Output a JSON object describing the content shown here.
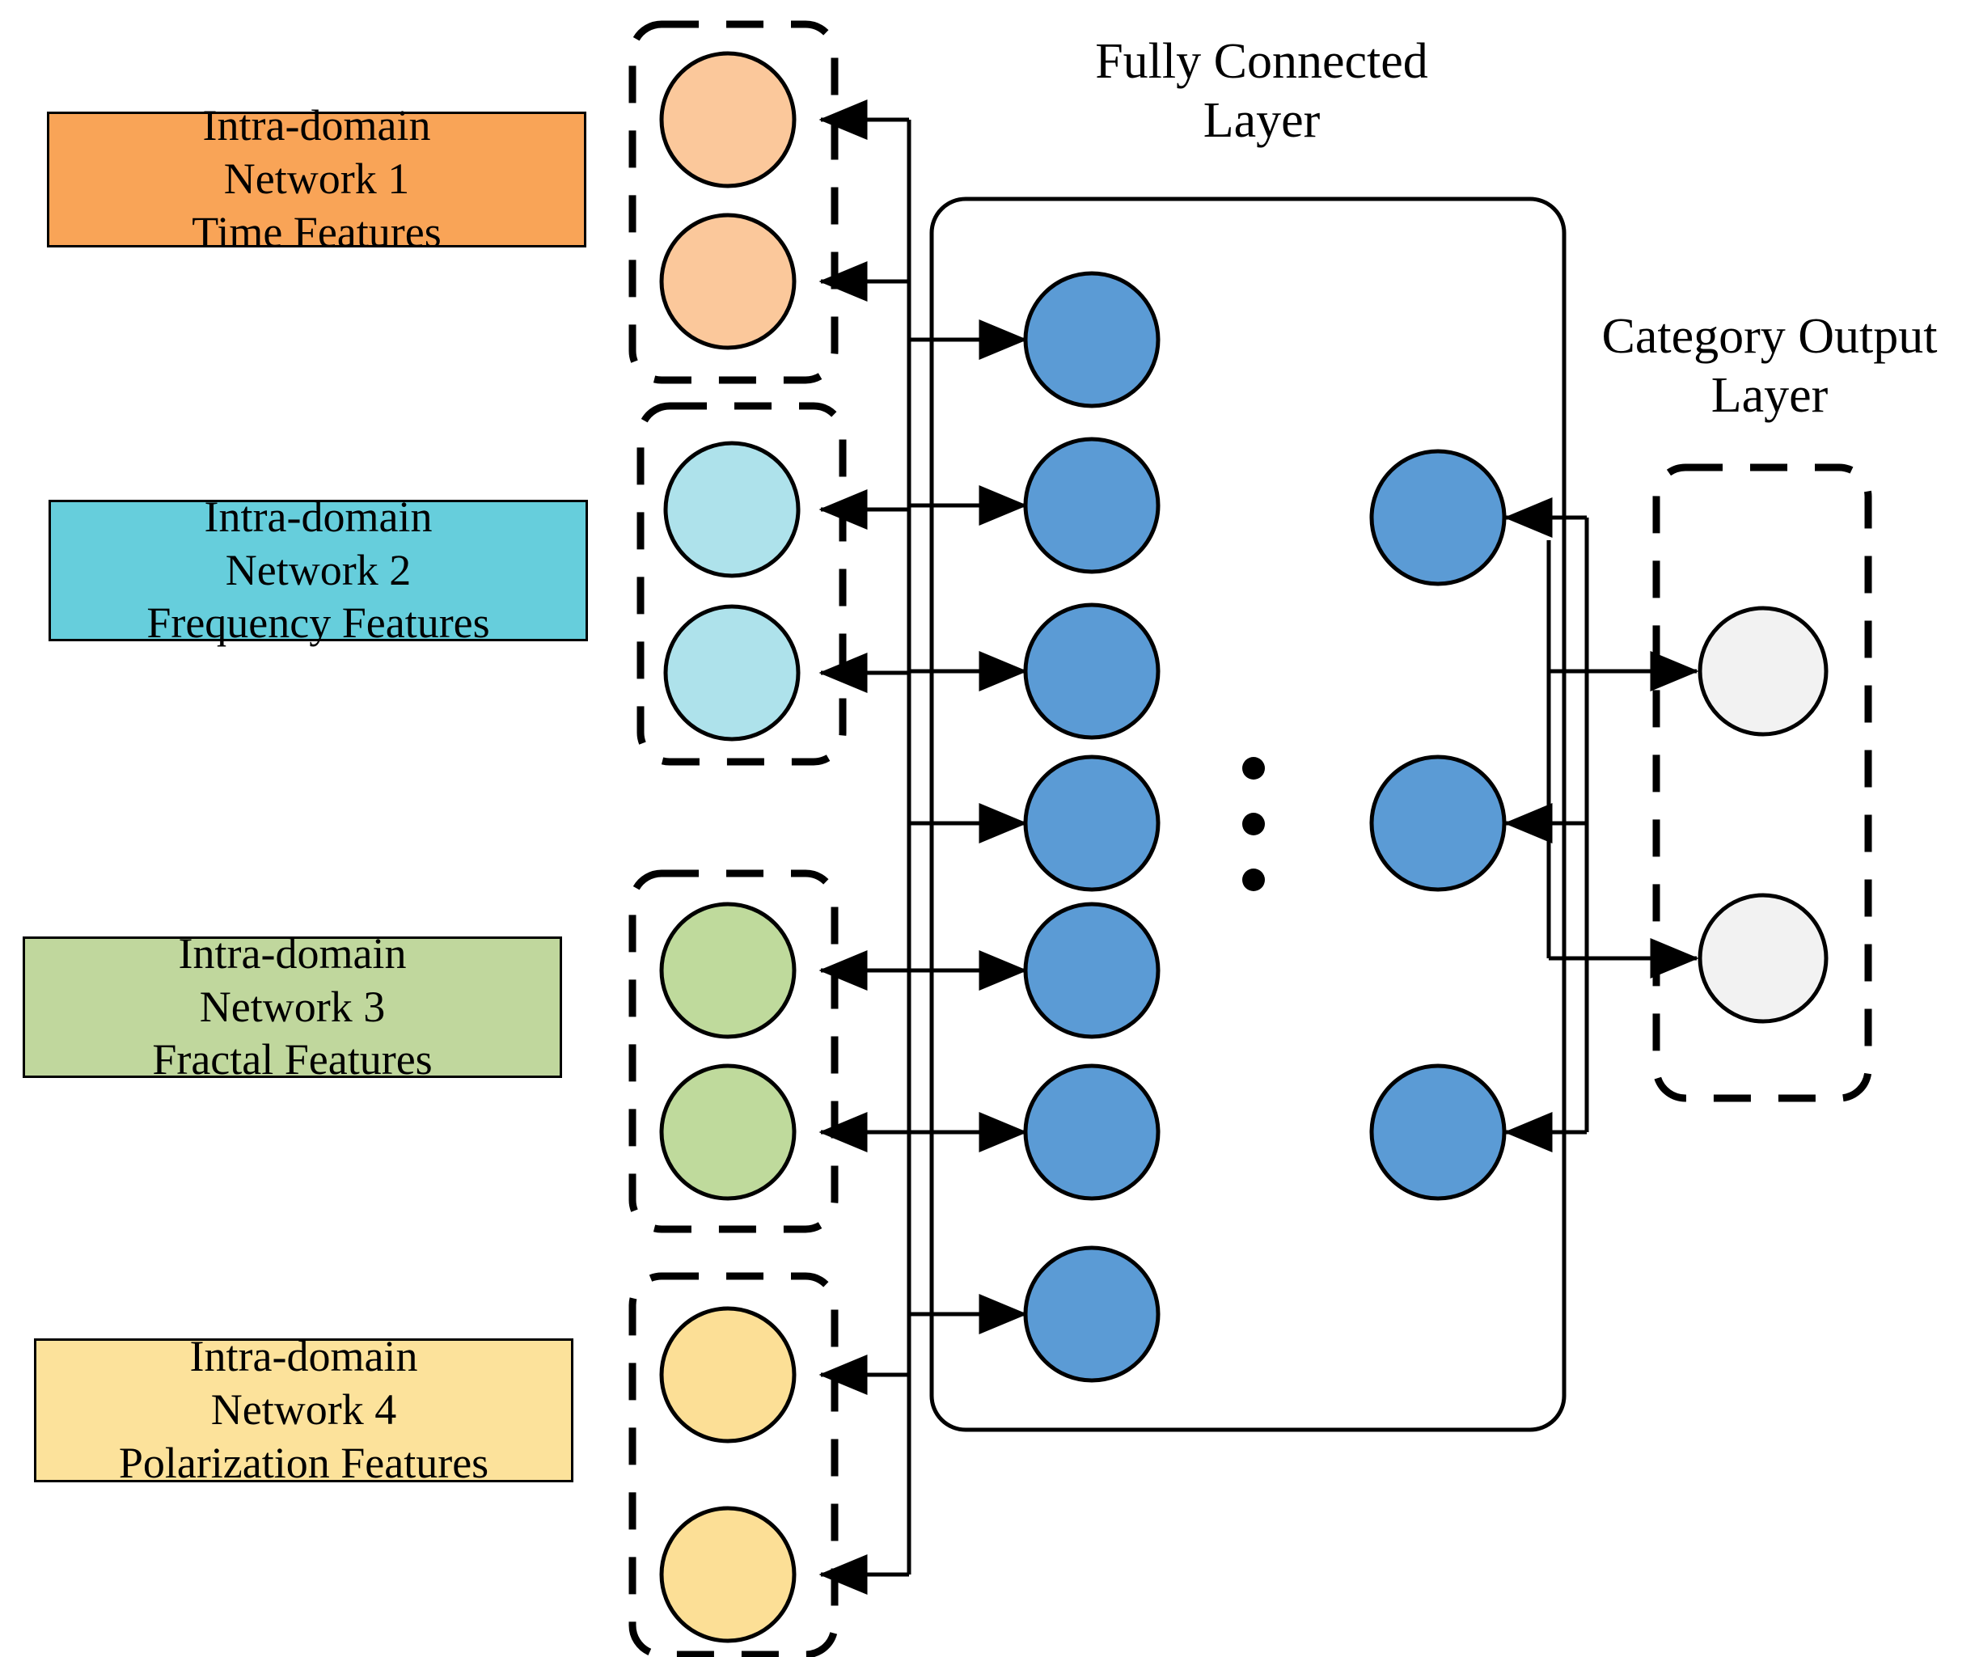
{
  "diagram": {
    "title_fully_connected": {
      "line1": "Fully Connected",
      "line2": "Layer"
    },
    "title_category_output": {
      "line1": "Category Output",
      "line2": "Layer"
    },
    "domain_boxes": [
      {
        "id": "network-1",
        "line1": "Intra-domain",
        "line2": "Network 1",
        "line3": "Time Features",
        "color": "#F9A457",
        "node_color": "#FBC89B"
      },
      {
        "id": "network-2",
        "line1": "Intra-domain",
        "line2": "Network 2",
        "line3": "Frequency Features",
        "color": "#66CEDC",
        "node_color": "#AEE2EB"
      },
      {
        "id": "network-3",
        "line1": "Intra-domain",
        "line2": "Network 3",
        "line3": "Fractal Features",
        "color": "#C0D79D",
        "node_color": "#BFDA9C"
      },
      {
        "id": "network-4",
        "line1": "Intra-domain",
        "line2": "Network 4",
        "line3": "Polarization Features",
        "color": "#FCE29B",
        "node_color": "#FCDF96"
      }
    ],
    "fc_layer": {
      "hidden_node_color": "#5B9BD5",
      "left_nodes_count": 7,
      "right_nodes_count": 3,
      "ellipsis_dots": 3
    },
    "output_layer": {
      "node_color": "#F2F2F2",
      "nodes_count": 2
    },
    "stroke_color": "#000000",
    "background": "#FFFFFF"
  }
}
